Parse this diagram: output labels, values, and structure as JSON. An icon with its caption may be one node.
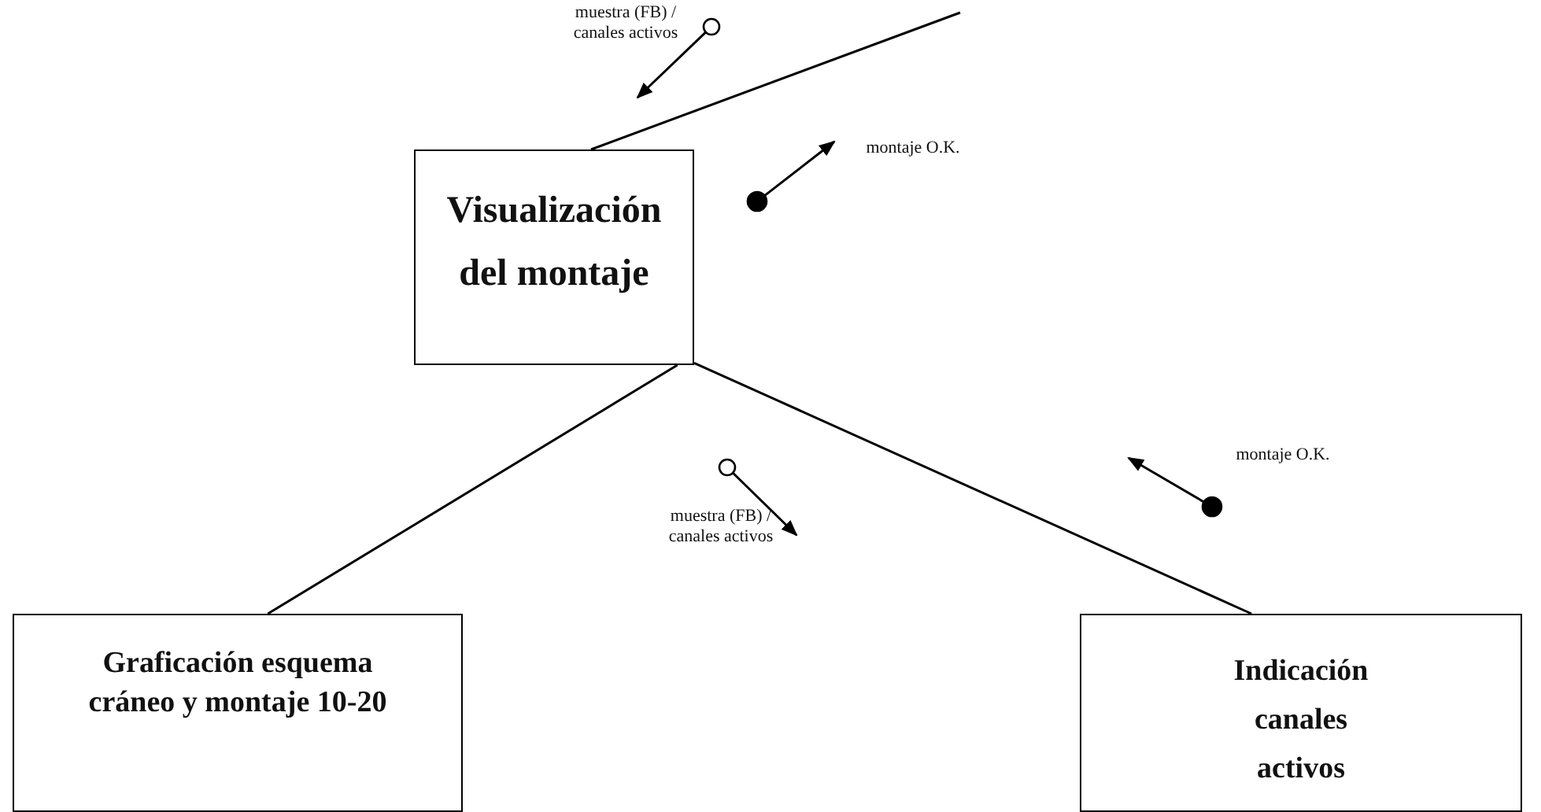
{
  "diagram": {
    "nodes": [
      {
        "text": [
          "Visualización del montaje"
        ]
      },
      {
        "text": [
          "Graficación esquema cráneo y montaje 10-20"
        ]
      },
      {
        "text": [
          "Indicación canales activos"
        ]
      }
    ],
    "edges": [
      {
        "from": null,
        "to": 0,
        "arrow": "none"
      },
      {
        "from": 0,
        "to": 1,
        "arrow": "none"
      },
      {
        "from": 0,
        "to": 2,
        "arrow": "none"
      }
    ],
    "labels": [
      "muestra (FB) / canales activos",
      "montaje O.K.",
      "muestra (FB) / canales activos",
      "montaje O.K."
    ]
  }
}
